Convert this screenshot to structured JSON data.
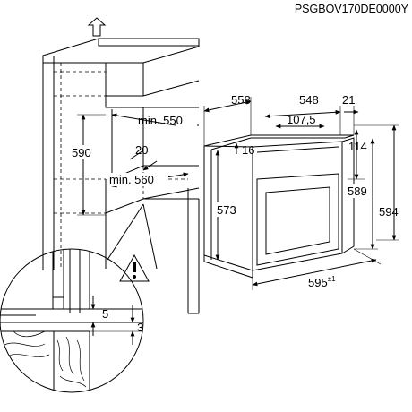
{
  "product_code": "PSGBOV170DE0000Y",
  "dimensions": {
    "cabinet_depth": "min. 550",
    "cabinet_height": "590",
    "cabinet_width": "min. 560",
    "cabinet_gap": "20",
    "oven_depth": "558",
    "front_depth": "548",
    "front_panel": "21",
    "door_depth": "107,5",
    "top_offset": "16",
    "control_height": "114",
    "body_height": "573",
    "cavity_height": "589",
    "total_height": "594",
    "width_base": "595",
    "width_tolerance": "±1",
    "detail_gap": "5",
    "detail_offset": "3"
  },
  "icons": {
    "arrow": "up-arrow-icon",
    "warning": "warning-icon"
  }
}
